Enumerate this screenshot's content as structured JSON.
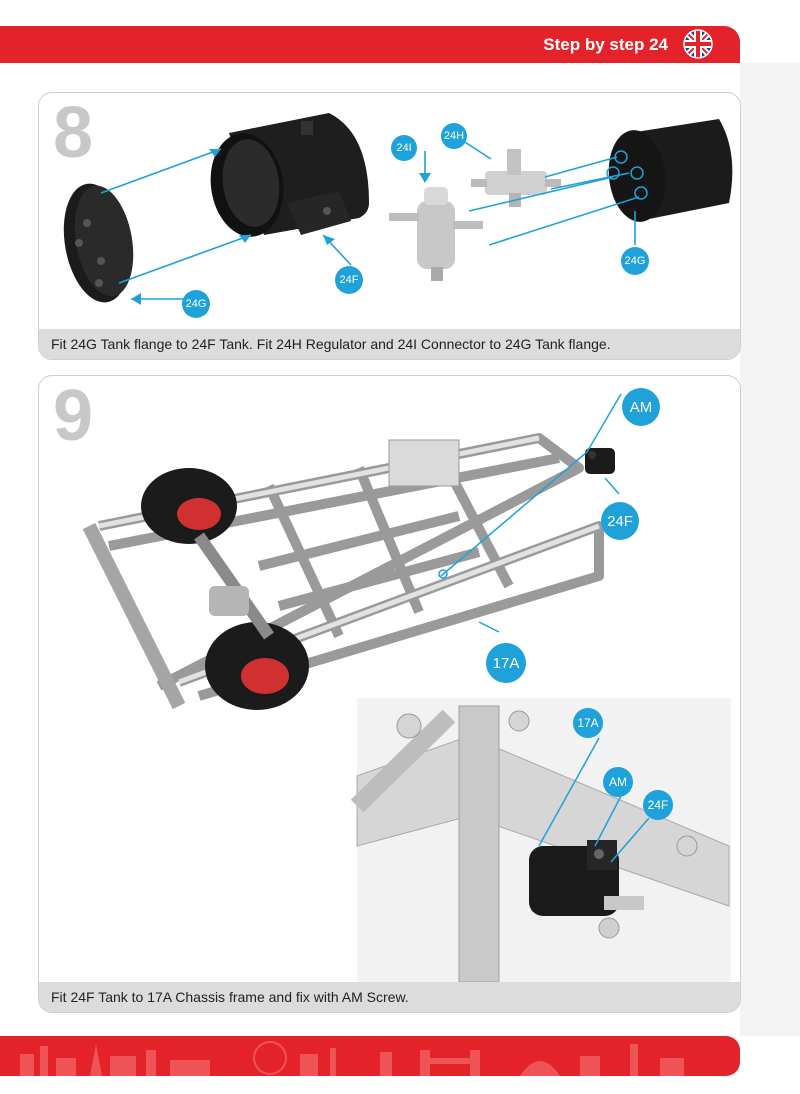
{
  "header": {
    "title": "Step by step 24"
  },
  "steps": [
    {
      "number": "8",
      "caption": "Fit 24G Tank flange to 24F Tank. Fit 24H Regulator and 24I Connector to 24G Tank flange.",
      "labels": [
        "24G",
        "24F",
        "24I",
        "24H",
        "24G"
      ]
    },
    {
      "number": "9",
      "caption": "Fit 24F Tank to 17A Chassis frame and fix with AM Screw.",
      "labels": [
        "AM",
        "24F",
        "17A",
        "17A",
        "AM",
        "24F"
      ]
    }
  ],
  "colors": {
    "brand_red": "#e3222a",
    "callout_blue": "#1fa2d9",
    "caption_bg": "#dcdcdc"
  }
}
